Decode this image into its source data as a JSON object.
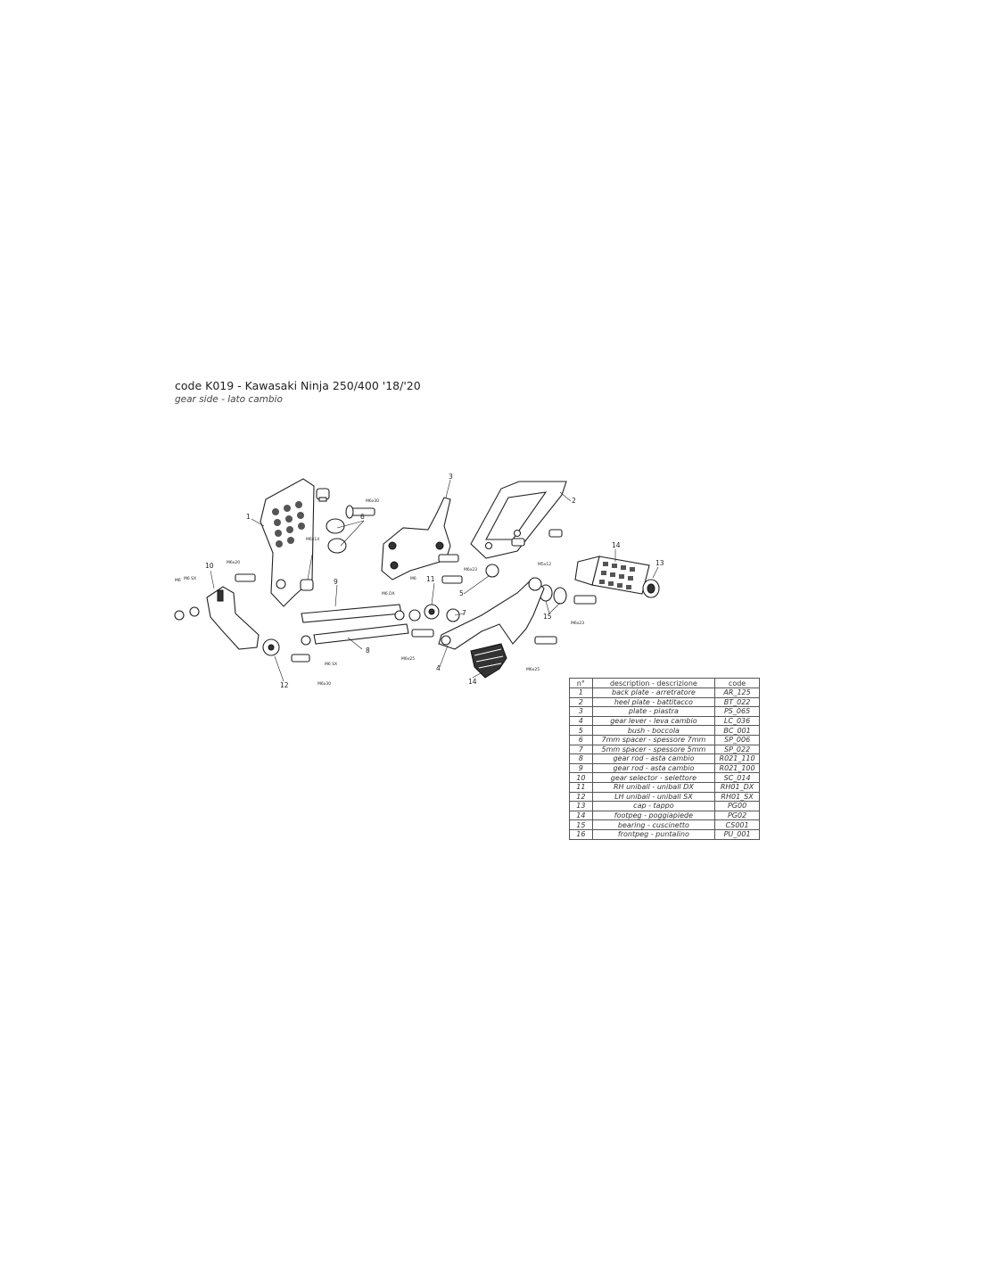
{
  "header": {
    "title": "code K019 - Kawasaki Ninja 250/400 '18/'20",
    "subtitle": "gear side - lato cambio"
  },
  "diagram": {
    "callouts": [
      "1",
      "2",
      "3",
      "4",
      "5",
      "6",
      "7",
      "8",
      "9",
      "10",
      "11",
      "12",
      "13",
      "14",
      "14",
      "15"
    ],
    "fastener_labels": [
      "M6x30",
      "M6x14",
      "M6x20",
      "M6x23",
      "M5x12",
      "M6x23",
      "M6x25",
      "M6x25",
      "M6x30",
      "M6 SX",
      "M6 DX",
      "M6",
      "M6",
      "M6 SX"
    ]
  },
  "parts_table": {
    "headers": [
      "n°",
      "description - descrizione",
      "code"
    ],
    "rows": [
      [
        "1",
        "back plate - arretratore",
        "AR_125"
      ],
      [
        "2",
        "heel plate - battitacco",
        "BT_022"
      ],
      [
        "3",
        "plate - piastra",
        "PS_065"
      ],
      [
        "4",
        "gear lever - leva cambio",
        "LC_036"
      ],
      [
        "5",
        "bush - boccola",
        "BC_001"
      ],
      [
        "6",
        "7mm spacer - spessore 7mm",
        "SP_006"
      ],
      [
        "7",
        "5mm spacer - spessore 5mm",
        "SP_022"
      ],
      [
        "8",
        "gear rod - asta cambio",
        "R021_110"
      ],
      [
        "9",
        "gear rod - asta cambio",
        "R021_100"
      ],
      [
        "10",
        "gear selector - selettore",
        "SC_014"
      ],
      [
        "11",
        "RH uniball - uniball DX",
        "RH01_DX"
      ],
      [
        "12",
        "LH uniball - uniball SX",
        "RH01_SX"
      ],
      [
        "13",
        "cap - tappo",
        "PG00"
      ],
      [
        "14",
        "footpeg - poggiapiede",
        "PG02"
      ],
      [
        "15",
        "bearing - cuscinetto",
        "CS001"
      ],
      [
        "16",
        "frontpeg - puntalino",
        "PU_001"
      ]
    ]
  }
}
